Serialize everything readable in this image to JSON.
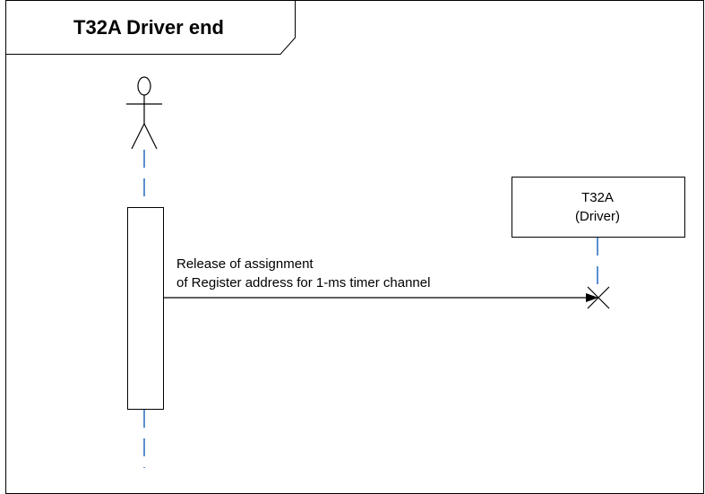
{
  "frame": {
    "title": "T32A Driver end"
  },
  "lifelines": {
    "driver": {
      "name": "T32A",
      "subtitle": "(Driver)"
    }
  },
  "message": {
    "line1": "Release of assignment",
    "line2": "of Register address for 1-ms timer channel"
  },
  "colors": {
    "frame_stroke": "#000000",
    "lifeline_dash": "#5b8fd0",
    "background": "#ffffff"
  },
  "icons": {
    "actor": "actor-stick-figure-icon",
    "destruction": "destruction-x-icon"
  }
}
